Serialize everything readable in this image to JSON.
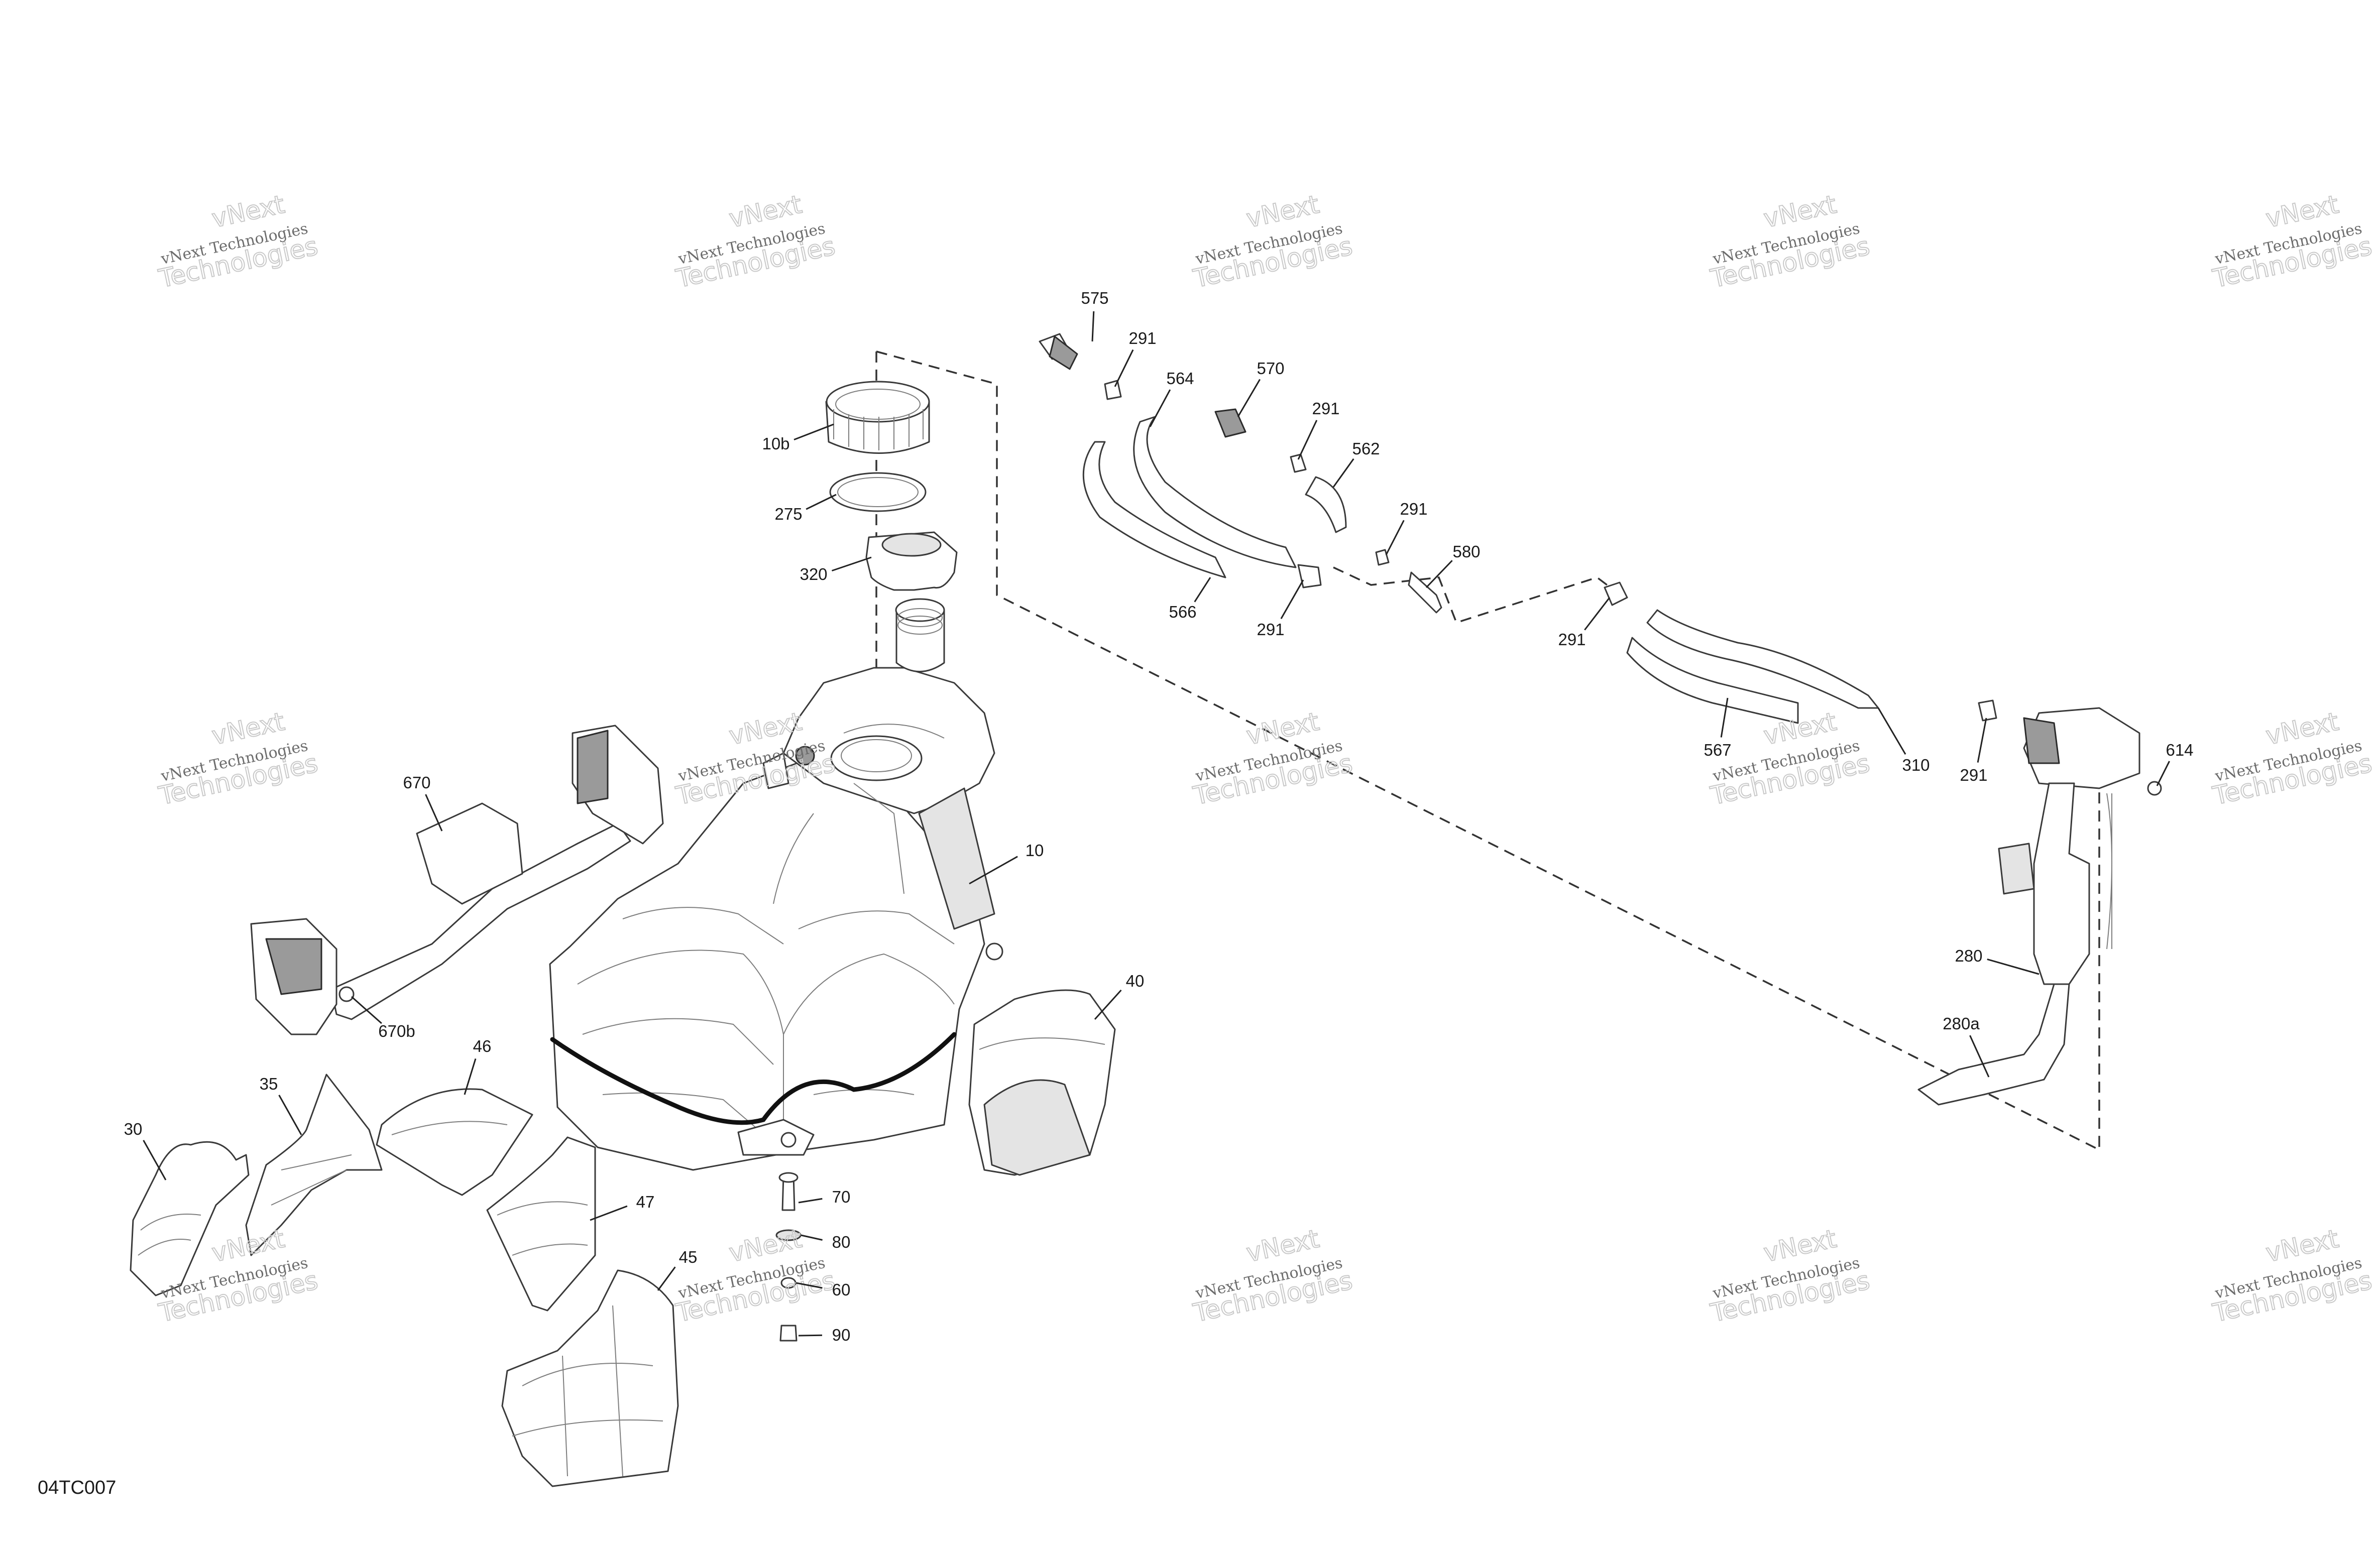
{
  "diagram": {
    "figure_code": "04TC007",
    "callouts": [
      {
        "id": "c575",
        "label": "575"
      },
      {
        "id": "c291a",
        "label": "291"
      },
      {
        "id": "c564",
        "label": "564"
      },
      {
        "id": "c570",
        "label": "570"
      },
      {
        "id": "c291b",
        "label": "291"
      },
      {
        "id": "c562",
        "label": "562"
      },
      {
        "id": "c291c",
        "label": "291"
      },
      {
        "id": "c580",
        "label": "580"
      },
      {
        "id": "c566",
        "label": "566"
      },
      {
        "id": "c291d",
        "label": "291"
      },
      {
        "id": "c291e",
        "label": "291"
      },
      {
        "id": "c567",
        "label": "567"
      },
      {
        "id": "c310",
        "label": "310"
      },
      {
        "id": "c291f",
        "label": "291"
      },
      {
        "id": "c614",
        "label": "614"
      },
      {
        "id": "c280",
        "label": "280"
      },
      {
        "id": "c280a",
        "label": "280a"
      },
      {
        "id": "c10b",
        "label": "10b"
      },
      {
        "id": "c275",
        "label": "275"
      },
      {
        "id": "c320",
        "label": "320"
      },
      {
        "id": "c10",
        "label": "10"
      },
      {
        "id": "c670",
        "label": "670"
      },
      {
        "id": "c670b",
        "label": "670b"
      },
      {
        "id": "c40",
        "label": "40"
      },
      {
        "id": "c46",
        "label": "46"
      },
      {
        "id": "c35",
        "label": "35"
      },
      {
        "id": "c30",
        "label": "30"
      },
      {
        "id": "c47",
        "label": "47"
      },
      {
        "id": "c45",
        "label": "45"
      },
      {
        "id": "c70",
        "label": "70"
      },
      {
        "id": "c80",
        "label": "80"
      },
      {
        "id": "c60",
        "label": "60"
      },
      {
        "id": "c90",
        "label": "90"
      }
    ]
  },
  "watermark": {
    "line1": "vNext Technologies",
    "line2": "vNext",
    "line3": "Technologies"
  }
}
